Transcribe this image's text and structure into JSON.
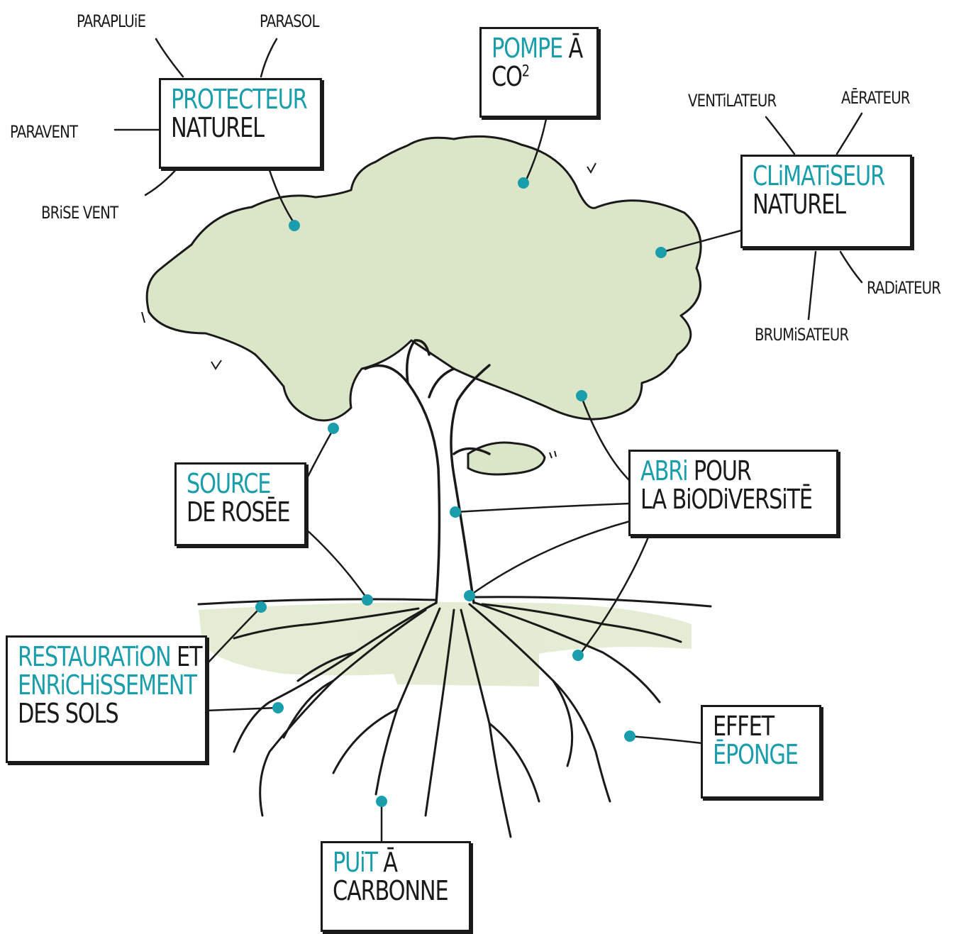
{
  "colors": {
    "accent": "#1a9eab",
    "foliage": "#dbe6c9",
    "ink": "#1a1a1a"
  },
  "boxes": {
    "protecteur": {
      "line1": "PROTECTEUR",
      "line2": "NATUREL"
    },
    "pompe": {
      "line1_a": "POMPE",
      "line1_b": "Ā",
      "line2_base": "CO",
      "line2_sup": "2"
    },
    "climatiseur": {
      "line1": "CLiMATiSEUR",
      "line2": "NATUREL"
    },
    "source": {
      "line1": "SOURCE",
      "line2": "DE ROSĒE"
    },
    "abri": {
      "line1_a": "ABRi",
      "line1_b": "POUR",
      "line2": "LA BiODiVERSiTĒ"
    },
    "restauration": {
      "line1_a": "RESTAURATiON",
      "line1_b": "ET",
      "line2": "ENRiCHiSSEMENT",
      "line3": "DES SOLS"
    },
    "effet": {
      "line1": "EFFET",
      "line2": "ĒPONGE"
    },
    "puit": {
      "line1_a": "PUiT",
      "line1_b": "Ā",
      "line2": "CARBONNE"
    }
  },
  "labels": {
    "parapluie": "PARAPLUiE",
    "parasol": "PARASOL",
    "paravent": "PARAVENT",
    "brise_vent": "BRiSE VENT",
    "ventilateur": "VENTiLATEUR",
    "aerateur": "AĒRATEUR",
    "radiateur": "RADiATEUR",
    "brumisateur": "BRUMiSATEUR"
  }
}
